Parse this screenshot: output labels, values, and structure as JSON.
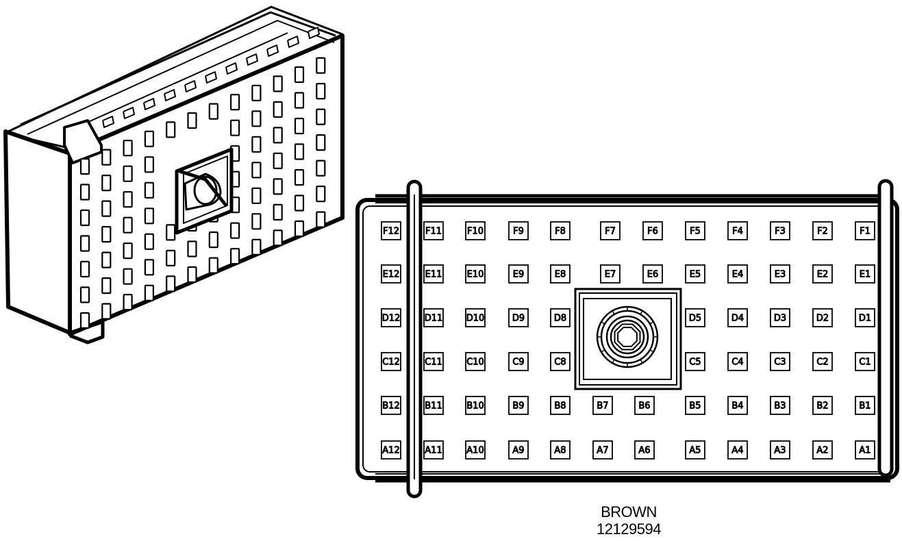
{
  "connector": {
    "color_label": "BROWN",
    "part_number": "12129594",
    "rows": [
      "F",
      "E",
      "D",
      "C",
      "B",
      "A"
    ],
    "columns": [
      12,
      11,
      10,
      9,
      8,
      7,
      6,
      5,
      4,
      3,
      2,
      1
    ],
    "omitted_pins": [
      "D7",
      "D6",
      "C7",
      "C6"
    ],
    "center_feature": "keyed-bolt-socket"
  },
  "colors": {
    "line": "#000000",
    "background": "#ffffff"
  }
}
